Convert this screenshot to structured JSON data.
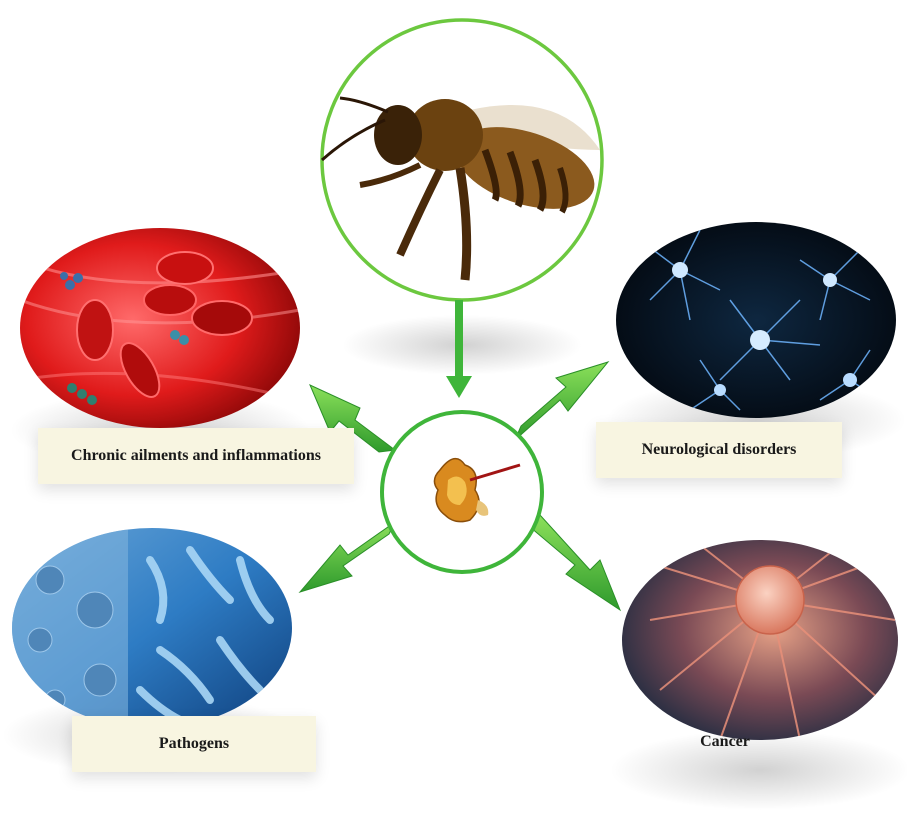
{
  "labels": {
    "chronic": "Chronic ailments and inflammations",
    "neuro": "Neurological disorders",
    "pathogens": "Pathogens",
    "cancer": "Cancer"
  },
  "colors": {
    "arrow_green": "#3fb53a",
    "circle_green": "#6cc83f",
    "label_background": "#f8f5e1"
  },
  "icons": {
    "center": "bee-venom-icon",
    "top": "honeybee-icon",
    "top_left": "blood-vessel-icon",
    "top_right": "neurons-icon",
    "bottom_left": "pathogens-icon",
    "bottom_right": "cancer-cell-icon"
  }
}
